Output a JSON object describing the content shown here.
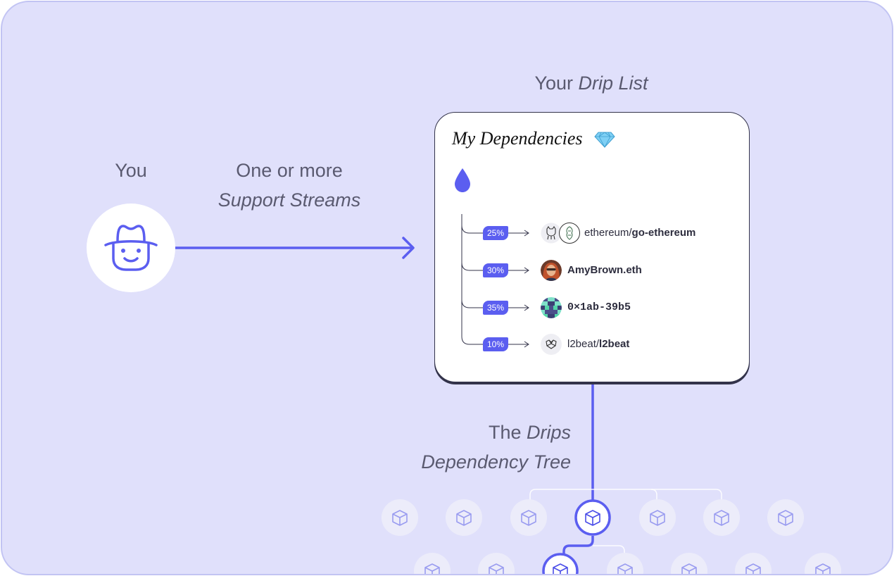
{
  "labels": {
    "you": "You",
    "streams_line1": "One or more",
    "streams_line2": "Support Streams",
    "drip_list_prefix": "Your ",
    "drip_list_em": "Drip List",
    "tree_prefix": "The ",
    "tree_em": "Drips",
    "tree_line2": "Dependency Tree"
  },
  "card": {
    "title": "My Dependencies",
    "title_emoji": "💎",
    "recipients": [
      {
        "percent": "25%",
        "owner": "ethereum/",
        "name": "go-ethereum",
        "icon": "github-octocat-icon"
      },
      {
        "percent": "30%",
        "owner": "",
        "name": "AmyBrown.eth",
        "icon": "avatar-photo-icon"
      },
      {
        "percent": "35%",
        "owner": "",
        "name": "0×1ab-39b5",
        "icon": "pixel-avatar-icon"
      },
      {
        "percent": "10%",
        "owner": "l2beat/",
        "name": "l2beat",
        "icon": "l2beat-logo-icon"
      }
    ]
  },
  "colors": {
    "accent": "#5b5ef0",
    "background": "#e0e0fb",
    "border": "#c2c4f3",
    "text": "#5a5a70"
  }
}
